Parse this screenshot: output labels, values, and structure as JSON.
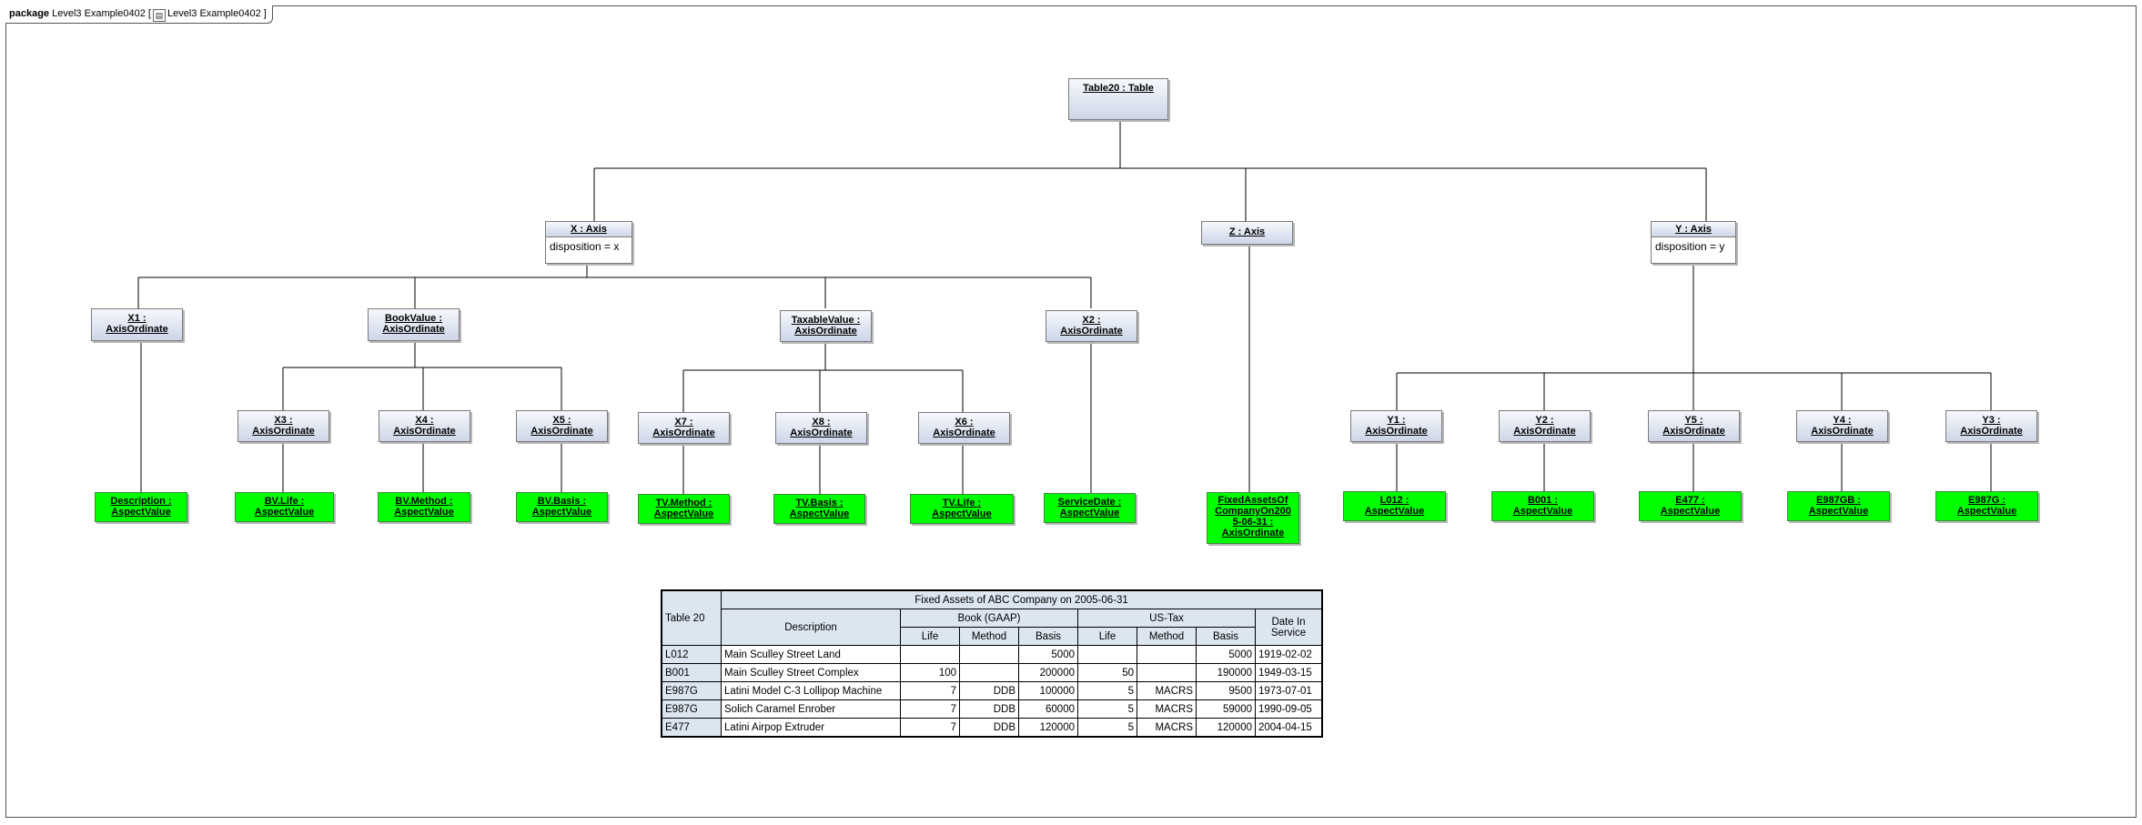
{
  "package": {
    "keyword": "package",
    "name": "Level3 Example0402",
    "diagram_name": "Level3 Example0402"
  },
  "nodes": {
    "table20": [
      "Table20 : Table"
    ],
    "x_axis": [
      "X : Axis"
    ],
    "x_axis_attr": "disposition = x",
    "z_axis": [
      "Z : Axis"
    ],
    "y_axis": [
      "Y : Axis"
    ],
    "y_axis_attr": "disposition = y",
    "x1": [
      "X1 :",
      "AxisOrdinate"
    ],
    "bookvalue": [
      "BookValue :",
      "AxisOrdinate"
    ],
    "taxablevalue": [
      "TaxableValue :",
      "AxisOrdinate"
    ],
    "x2": [
      "X2 :",
      "AxisOrdinate"
    ],
    "x3": [
      "X3 :",
      "AxisOrdinate"
    ],
    "x4": [
      "X4 :",
      "AxisOrdinate"
    ],
    "x5": [
      "X5 :",
      "AxisOrdinate"
    ],
    "x7": [
      "X7 :",
      "AxisOrdinate"
    ],
    "x8": [
      "X8 :",
      "AxisOrdinate"
    ],
    "x6": [
      "X6 :",
      "AxisOrdinate"
    ],
    "y1": [
      "Y1 :",
      "AxisOrdinate"
    ],
    "y2": [
      "Y2 :",
      "AxisOrdinate"
    ],
    "y5": [
      "Y5 :",
      "AxisOrdinate"
    ],
    "y4": [
      "Y4 :",
      "AxisOrdinate"
    ],
    "y3": [
      "Y3 :",
      "AxisOrdinate"
    ],
    "description": [
      "Description :",
      "AspectValue"
    ],
    "bv_life": [
      "BV.Life :",
      "AspectValue"
    ],
    "bv_method": [
      "BV.Method :",
      "AspectValue"
    ],
    "bv_basis": [
      "BV.Basis :",
      "AspectValue"
    ],
    "tv_method": [
      "TV.Method :",
      "AspectValue"
    ],
    "tv_basis": [
      "TV.Basis :",
      "AspectValue"
    ],
    "tv_life": [
      "TV.Life :",
      "AspectValue"
    ],
    "servicedate": [
      "ServiceDate :",
      "AspectValue"
    ],
    "fixedassets": [
      "FixedAssetsOf",
      "CompanyOn200",
      "5-06-31 :",
      "AxisOrdinate"
    ],
    "l012": [
      "L012 :",
      "AspectValue"
    ],
    "b001": [
      "B001 :",
      "AspectValue"
    ],
    "e477": [
      "E477 :",
      "AspectValue"
    ],
    "e987gb": [
      "E987GB :",
      "AspectValue"
    ],
    "e987g": [
      "E987G :",
      "AspectValue"
    ]
  },
  "colors": {
    "header_gradient_top": "#f6f8fc",
    "header_gradient_bottom": "#cdd6e8",
    "aspect_value_fill": "#00ff00",
    "table_header_fill": "#dce6f1"
  },
  "table": {
    "corner": "Table 20",
    "title": "Fixed Assets of ABC Company on 2005-06-31",
    "description_header": "Description",
    "book_header": "Book (GAAP)",
    "tax_header": "US-Tax",
    "date_header": "Date In Service",
    "sub": [
      "Life",
      "Method",
      "Basis",
      "Life",
      "Method",
      "Basis"
    ],
    "rows": [
      [
        "L012",
        "Main Sculley Street Land",
        "",
        "",
        "5000",
        "",
        "",
        "5000",
        "1919-02-02"
      ],
      [
        "B001",
        "Main Sculley Street Complex",
        "100",
        "",
        "200000",
        "50",
        "",
        "190000",
        "1949-03-15"
      ],
      [
        "E987G",
        "Latini Model C-3 Lollipop Machine",
        "7",
        "DDB",
        "100000",
        "5",
        "MACRS",
        "9500",
        "1973-07-01"
      ],
      [
        "E987G",
        "Solich Caramel Enrober",
        "7",
        "DDB",
        "60000",
        "5",
        "MACRS",
        "59000",
        "1990-09-05"
      ],
      [
        "E477",
        "Latini Airpop Extruder",
        "7",
        "DDB",
        "120000",
        "5",
        "MACRS",
        "120000",
        "2004-04-15"
      ]
    ]
  }
}
